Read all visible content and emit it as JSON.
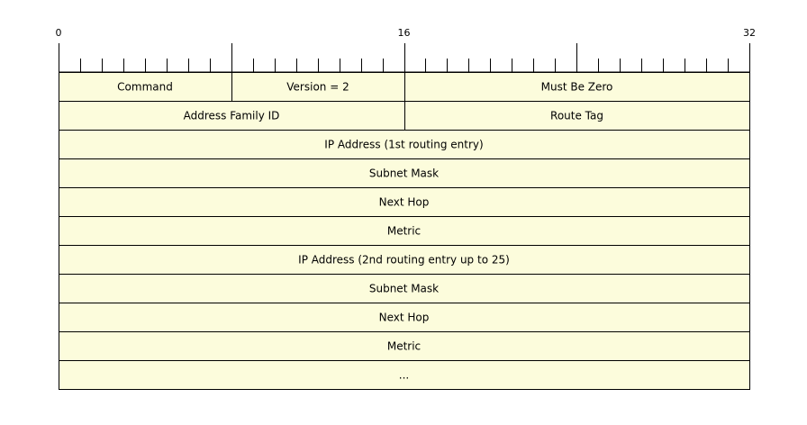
{
  "diagram": {
    "ruler": {
      "total_bits": 32,
      "labels": [
        {
          "bit": 0,
          "text": "0"
        },
        {
          "bit": 16,
          "text": "16"
        },
        {
          "bit": 32,
          "text": "32"
        }
      ]
    },
    "rows": [
      [
        {
          "label": "Command",
          "bits": 8
        },
        {
          "label": "Version = 2",
          "bits": 8
        },
        {
          "label": "Must Be Zero",
          "bits": 16
        }
      ],
      [
        {
          "label": "Address Family ID",
          "bits": 16
        },
        {
          "label": "Route Tag",
          "bits": 16
        }
      ],
      [
        {
          "label": "IP Address (1st routing entry)",
          "bits": 32
        }
      ],
      [
        {
          "label": "Subnet Mask",
          "bits": 32
        }
      ],
      [
        {
          "label": "Next Hop",
          "bits": 32
        }
      ],
      [
        {
          "label": "Metric",
          "bits": 32
        }
      ],
      [
        {
          "label": "IP Address (2nd routing entry up to 25)",
          "bits": 32
        }
      ],
      [
        {
          "label": "Subnet Mask",
          "bits": 32
        }
      ],
      [
        {
          "label": "Next Hop",
          "bits": 32
        }
      ],
      [
        {
          "label": "Metric",
          "bits": 32
        }
      ],
      [
        {
          "label": "...",
          "bits": 32
        }
      ]
    ],
    "colors": {
      "field_fill": "#fcfcdc",
      "stroke": "#000000"
    }
  }
}
